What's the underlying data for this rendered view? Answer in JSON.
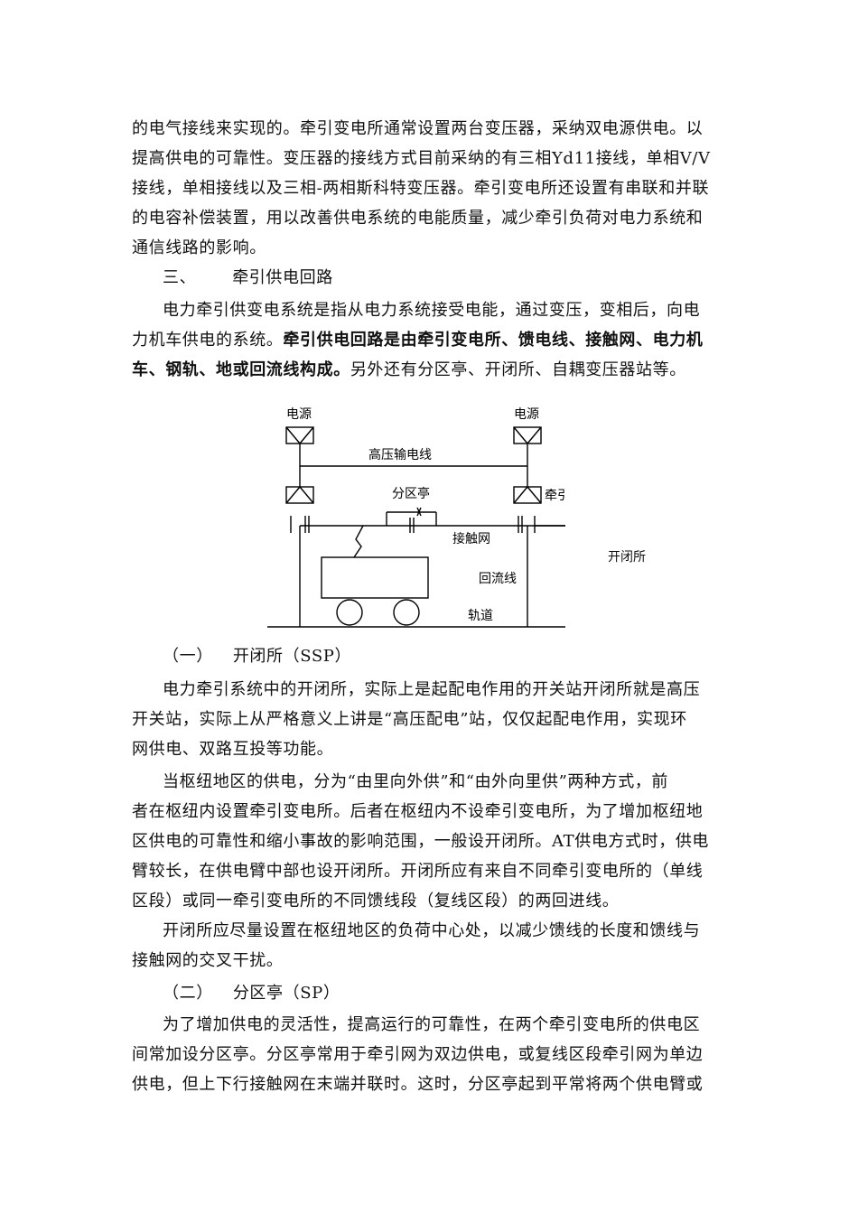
{
  "paragraph1": {
    "lines": [
      "的电气接线来实现的。牵引变电所通常设置两台变压器，采纳双电源供电。以",
      "提高供电的可靠性。变压器的接线方式目前采纳的有三相Yd11接线，单相V/V",
      "接线，单相接线以及三相-两相斯科特变压器。牵引变电所还设置有串联和并联",
      "的电容补偿装置，用以改善供电系统的电能质量，减少牵引负荷对电力系统和",
      "通信线路的影响。"
    ]
  },
  "section3": {
    "number": "三、",
    "title": "牵引供电回路"
  },
  "paragraph2": {
    "line1": "电力牵引供变电系统是指从电力系统接受电能，通过变压，变相后，向电",
    "line2_normal": "力机车供电的系统。",
    "line2_bold": "牵引供电回路是由牵引变电所、馈电线、接触网、电力机",
    "line3_bold": "车、钢轨、地或回流线构成。",
    "line3_normal": "另外还有分区亭、开闭所、自耦变压器站等。"
  },
  "diagram": {
    "left_source": "电源",
    "right_source": "电源",
    "hv_line": "高压输电线",
    "section_post": "分区亭",
    "substation": "牵引变电所",
    "catenary": "接触网",
    "switching_station": "开闭所",
    "return_line": "回流线",
    "rail": "轨道"
  },
  "sub1": {
    "number": "（一）",
    "title": "开闭所（SSP）"
  },
  "paragraph3": {
    "lines": [
      "电力牵引系统中的开闭所，实际上是起配电作用的开关站开闭所就是高压",
      "开关站，实际上从严格意义上讲是“高压配电”站，仅仅起配电作用，实现环",
      "网供电、双路互投等功能。"
    ]
  },
  "paragraph4": {
    "lines": [
      "当枢纽地区的供电，分为“由里向外供”和“由外向里供”两种方式，前",
      "者在枢纽内设置牵引变电所。后者在枢纽内不设牵引变电所，为了增加枢纽地",
      "区供电的可靠性和缩小事故的影响范围，一般设开闭所。AT供电方式时，供电",
      "臂较长，在供电臂中部也设开闭所。开闭所应有来自不同牵引变电所的（单线",
      "区段）或同一牵引变电所的不同馈线段（复线区段）的两回进线。"
    ]
  },
  "paragraph5": {
    "lines": [
      "开闭所应尽量设置在枢纽地区的负荷中心处，以减少馈线的长度和馈线与",
      "接触网的交叉干扰。"
    ]
  },
  "sub2": {
    "number": "（二）",
    "title": "分区亭（SP）"
  },
  "paragraph6": {
    "lines": [
      "为了增加供电的灵活性，提高运行的可靠性，在两个牵引变电所的供电区",
      "间常加设分区亭。分区亭常用于牵引网为双边供电，或复线区段牵引网为单边",
      "供电，但上下行接触网在末端并联时。这时，分区亭起到平常将两个供电臂或"
    ]
  }
}
